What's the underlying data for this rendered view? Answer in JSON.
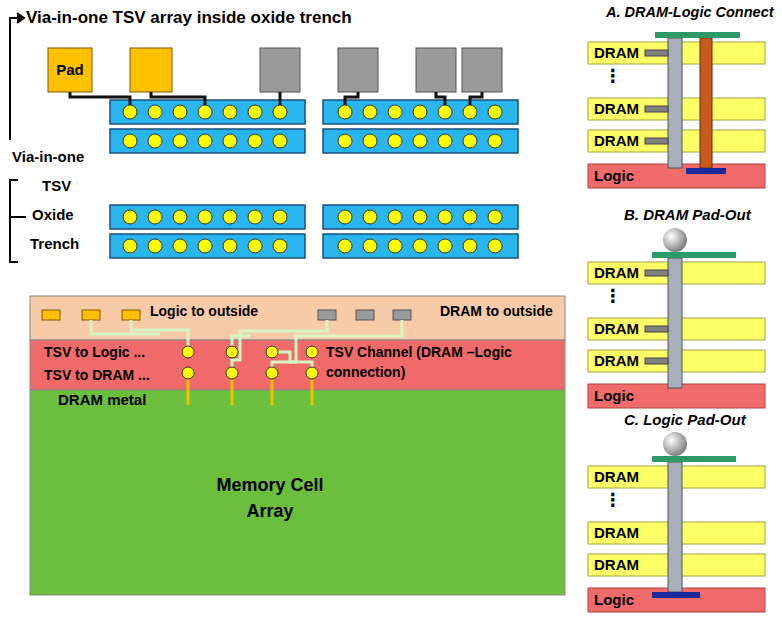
{
  "diagram": {
    "title": "Via-in-one TSV array inside oxide trench",
    "nodes": [
      {
        "text": [
          "Pad"
        ]
      },
      {
        "text": [
          "Logic to outside",
          "DRAM to outside"
        ]
      },
      {
        "text": [
          "TSV to Logic ...",
          "TSV to DRAM ...",
          "TSV Channel (DRAM –Logic connection)"
        ]
      },
      {
        "text": [
          "Memory Cell Array"
        ]
      },
      {
        "text": [
          "DRAM"
        ]
      },
      {
        "text": [
          "DRAM"
        ]
      },
      {
        "text": [
          "DRAM"
        ]
      },
      {
        "text": [
          "Logic"
        ]
      },
      {
        "text": [
          "DRAM"
        ]
      },
      {
        "text": [
          "DRAM"
        ]
      },
      {
        "text": [
          "DRAM"
        ]
      },
      {
        "text": [
          "Logic"
        ]
      },
      {
        "text": [
          "DRAM"
        ]
      },
      {
        "text": [
          "DRAM"
        ]
      },
      {
        "text": [
          "DRAM"
        ]
      },
      {
        "text": [
          "Logic"
        ]
      }
    ],
    "labels": [
      "Via-in-one",
      "TSV",
      "Oxide",
      "Trench",
      "A. DRAM-Logic Connect",
      "B. DRAM Pad-Out",
      "C. Logic Pad-Out",
      "⋮",
      "⋮",
      "⋮",
      "DRAM metal"
    ]
  }
}
